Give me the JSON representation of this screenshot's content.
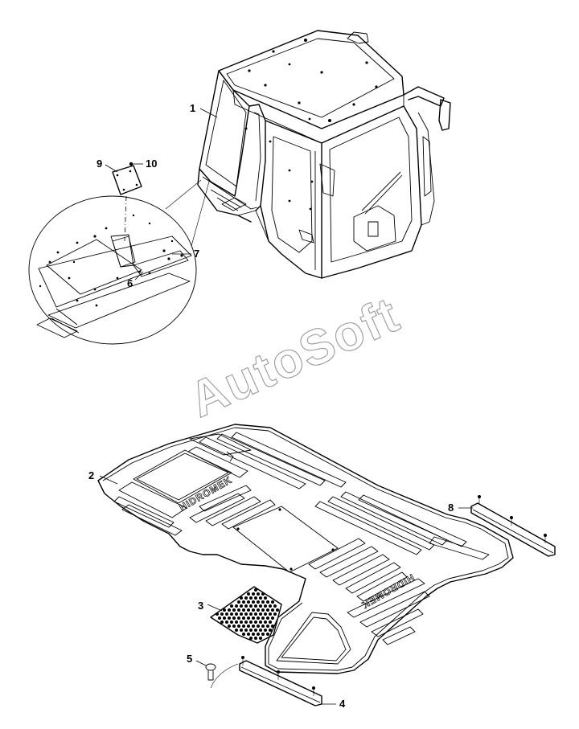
{
  "callouts": {
    "c1": "1",
    "c2": "2",
    "c3": "3",
    "c4": "4",
    "c5": "5",
    "c6": "6",
    "c7": "7",
    "c8": "8",
    "c9": "9",
    "c10": "10"
  },
  "brand_text": "HIDROMEK",
  "watermark": "AutoSoft"
}
